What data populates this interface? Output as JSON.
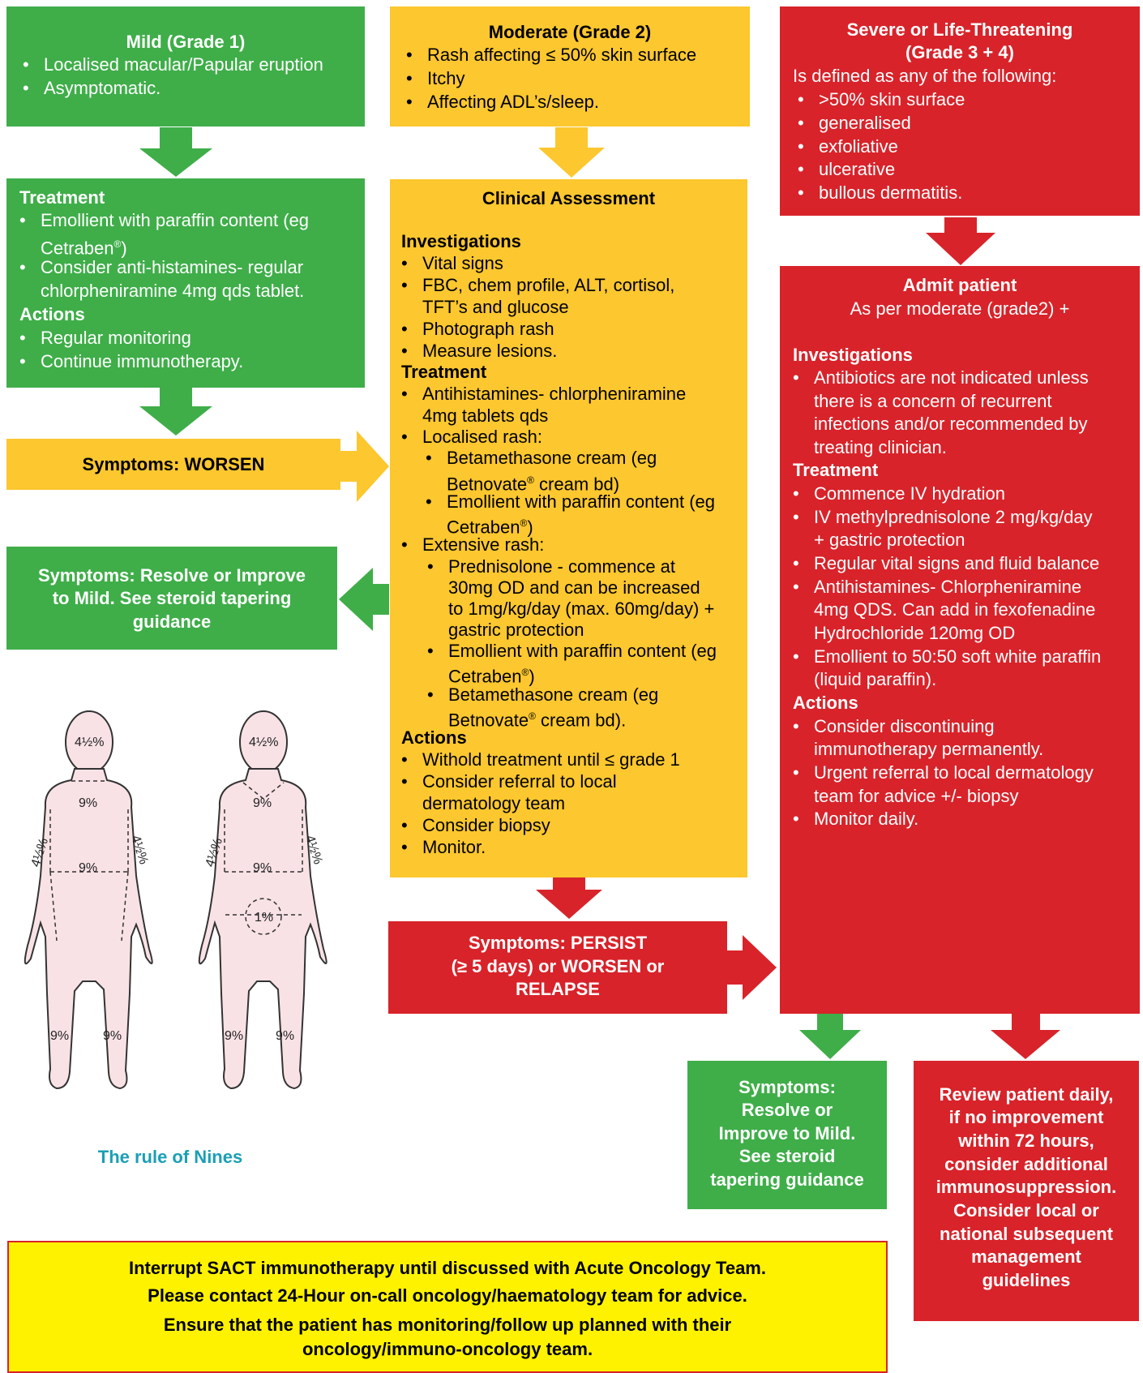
{
  "mild": {
    "title": "Mild (Grade 1)",
    "bullets": [
      "Localised macular/Papular eruption",
      "Asymptomatic."
    ]
  },
  "mild_treatment": {
    "treatment_heading": "Treatment",
    "treatment_1a": "Emollient with paraffin content (eg",
    "treatment_1b": "Cetraben",
    "treatment_2a": "Consider anti-histamines- regular",
    "treatment_2b": "chlorpheniramine 4mg qds tablet.",
    "actions_heading": "Actions",
    "actions": [
      "Regular monitoring",
      "Continue immunotherapy."
    ]
  },
  "worsen_label": "Symptoms: WORSEN",
  "resolve_left": [
    "Symptoms: Resolve or Improve",
    "to Mild. See steroid tapering",
    "guidance"
  ],
  "rule_of_nines": {
    "caption": "The rule of Nines",
    "back": {
      "head": "4½%",
      "chest": "9%",
      "lower": "9%",
      "arm_l": "4½%",
      "arm_r": "4½%",
      "leg_l": "9%",
      "leg_r": "9%"
    },
    "front": {
      "head": "4½%",
      "chest": "9%",
      "lower": "9%",
      "arm_l": "4½%",
      "arm_r": "4½%",
      "groin": "1%",
      "leg_l": "9%",
      "leg_r": "9%"
    }
  },
  "moderate": {
    "title": "Moderate (Grade 2)",
    "bullets": [
      "Rash affecting ≤ 50% skin surface",
      "Itchy",
      "Affecting ADL’s/sleep."
    ]
  },
  "clinical": {
    "title": "Clinical Assessment",
    "investigations_heading": "Investigations",
    "inv_1": "Vital signs",
    "inv_2a": "FBC, chem profile, ALT, cortisol,",
    "inv_2b": "TFT’s and glucose",
    "inv_3": "Photograph rash",
    "inv_4": "Measure lesions.",
    "treatment_heading": "Treatment",
    "tr_1a": "Antihistamines- chlorpheniramine",
    "tr_1b": "4mg tablets qds",
    "tr_2": "Localised rash:",
    "tr_2_1a": "Betamethasone cream (eg",
    "tr_2_1b": "Betnovate",
    "tr_2_1c": " cream bd)",
    "tr_2_2a": "Emollient with paraffin content (eg",
    "tr_2_2b": "Cetraben",
    "tr_3": "Extensive rash:",
    "tr_3_1a": "Prednisolone - commence at",
    "tr_3_1b": "30mg OD and can be increased",
    "tr_3_1c": "to 1mg/kg/day (max. 60mg/day) +",
    "tr_3_1d": "gastric protection",
    "tr_3_2a": "Emollient with paraffin content (eg",
    "tr_3_2b": "Cetraben",
    "tr_3_3a": "Betamethasone cream (eg",
    "tr_3_3b": "Betnovate",
    "tr_3_3c": " cream bd).",
    "actions_heading": "Actions",
    "act_1": "Withold treatment until ≤ grade 1",
    "act_2a": "Consider referral to local",
    "act_2b": "dermatology team",
    "act_3": "Consider biopsy",
    "act_4": "Monitor."
  },
  "registered_mark": "®",
  "persist": [
    "Symptoms: PERSIST",
    "(≥ 5 days) or WORSEN or",
    "RELAPSE"
  ],
  "severe": {
    "title_1": "Severe or Life-Threatening",
    "title_2": "(Grade 3 + 4)",
    "intro": "Is defined as any of the following:",
    "bullets": [
      ">50% skin surface",
      "generalised",
      "exfoliative",
      "ulcerative",
      "bullous dermatitis."
    ]
  },
  "admit": {
    "title": "Admit patient",
    "subtitle": "As per moderate (grade2) +",
    "investigations_heading": "Investigations",
    "inv_lines": [
      "Antibiotics are not indicated unless",
      "there is a concern of recurrent",
      "infections and/or recommended by",
      "treating clinician."
    ],
    "treatment_heading": "Treatment",
    "tr_1": "Commence IV hydration",
    "tr_2a": "IV methylprednisolone 2 mg/kg/day",
    "tr_2b": "+ gastric protection",
    "tr_3": "Regular vital signs and fluid balance",
    "tr_4a": "Antihistamines- Chlorpheniramine",
    "tr_4b": "4mg QDS. Can add in fexofenadine",
    "tr_4c": "Hydrochloride 120mg OD",
    "tr_5a": "Emollient to 50:50 soft white paraffin",
    "tr_5b": "(liquid paraffin).",
    "actions_heading": "Actions",
    "act_1a": "Consider discontinuing",
    "act_1b": "immunotherapy permanently.",
    "act_2a": "Urgent referral to local dermatology",
    "act_2b": "team for advice +/- biopsy",
    "act_3": "Monitor daily."
  },
  "resolve_right": [
    "Symptoms:",
    "Resolve or",
    "Improve to Mild.",
    "See steroid",
    "tapering guidance"
  ],
  "review": [
    "Review patient daily,",
    "if no improvement",
    "within 72 hours,",
    "consider additional",
    "immunosuppression.",
    "Consider local or",
    "national subsequent",
    "management",
    "guidelines"
  ],
  "notice": [
    "Interrupt SACT immunotherapy until discussed with Acute Oncology Team.",
    "Please contact 24-Hour on-call oncology/haematology team for advice.",
    "Ensure that the patient has monitoring/follow up planned with their",
    "oncology/immuno-oncology team."
  ],
  "colors": {
    "green": "#3fae49",
    "yellow": "#fcc72f",
    "red": "#d8232a",
    "notice_bg": "#fff200",
    "notice_border": "#d8232a",
    "caption": "#1a9fb5"
  }
}
